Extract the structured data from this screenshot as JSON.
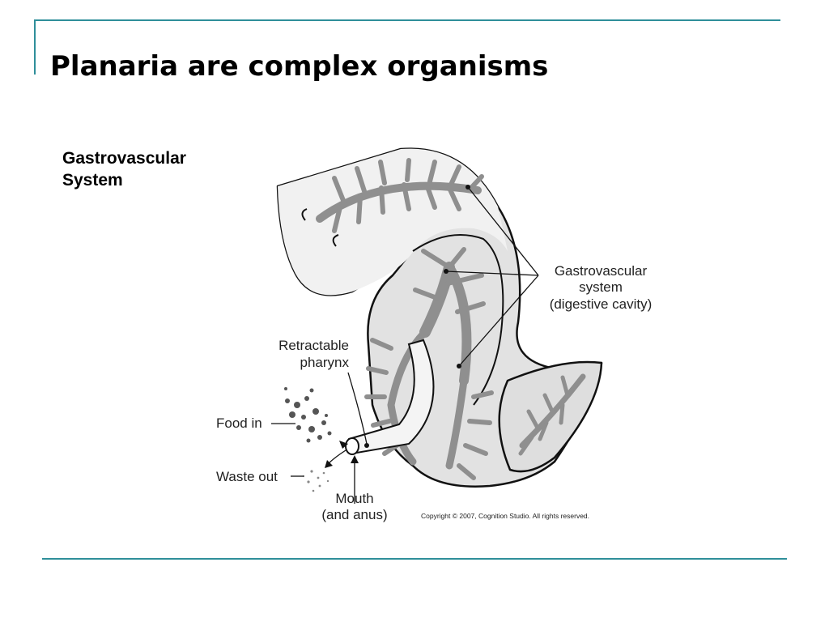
{
  "slide": {
    "title": "Planaria are complex organisms",
    "subtitle_lines": [
      "Gastrovascular",
      "System"
    ]
  },
  "diagram": {
    "labels": {
      "gastrovascular": [
        "Gastrovascular",
        "system",
        "(digestive cavity)"
      ],
      "pharynx": [
        "Retractable",
        "pharynx"
      ],
      "food_in": "Food in",
      "waste_out": "Waste out",
      "mouth": [
        "Mouth",
        "(and anus)"
      ]
    },
    "copyright": "Copyright © 2007, Cognition Studio. All rights reserved."
  },
  "colors": {
    "accent_rule": "#2f8f9a"
  }
}
